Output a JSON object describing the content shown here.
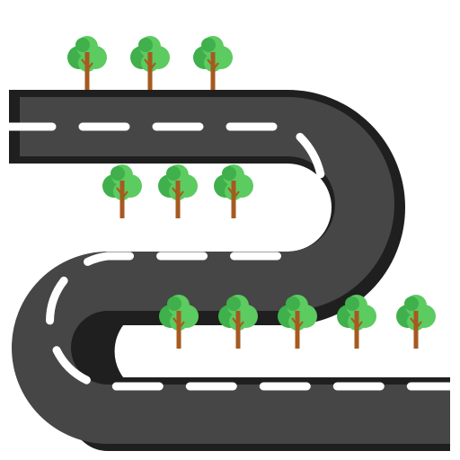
{
  "illustration": {
    "icon": "winding-road-icon",
    "colors": {
      "background": "#ffffff",
      "road_shadow": "#1f1f1f",
      "road_surface": "#464646",
      "lane_marking": "#ffffff",
      "tree_foliage_dark": "#3fb04b",
      "tree_foliage_light": "#5ccb60",
      "tree_trunk": "#a65a1f"
    },
    "road": {
      "lanes": 1,
      "curves": 2
    },
    "tree_rows": [
      {
        "count": 3
      },
      {
        "count": 3
      },
      {
        "count": 5
      }
    ]
  }
}
